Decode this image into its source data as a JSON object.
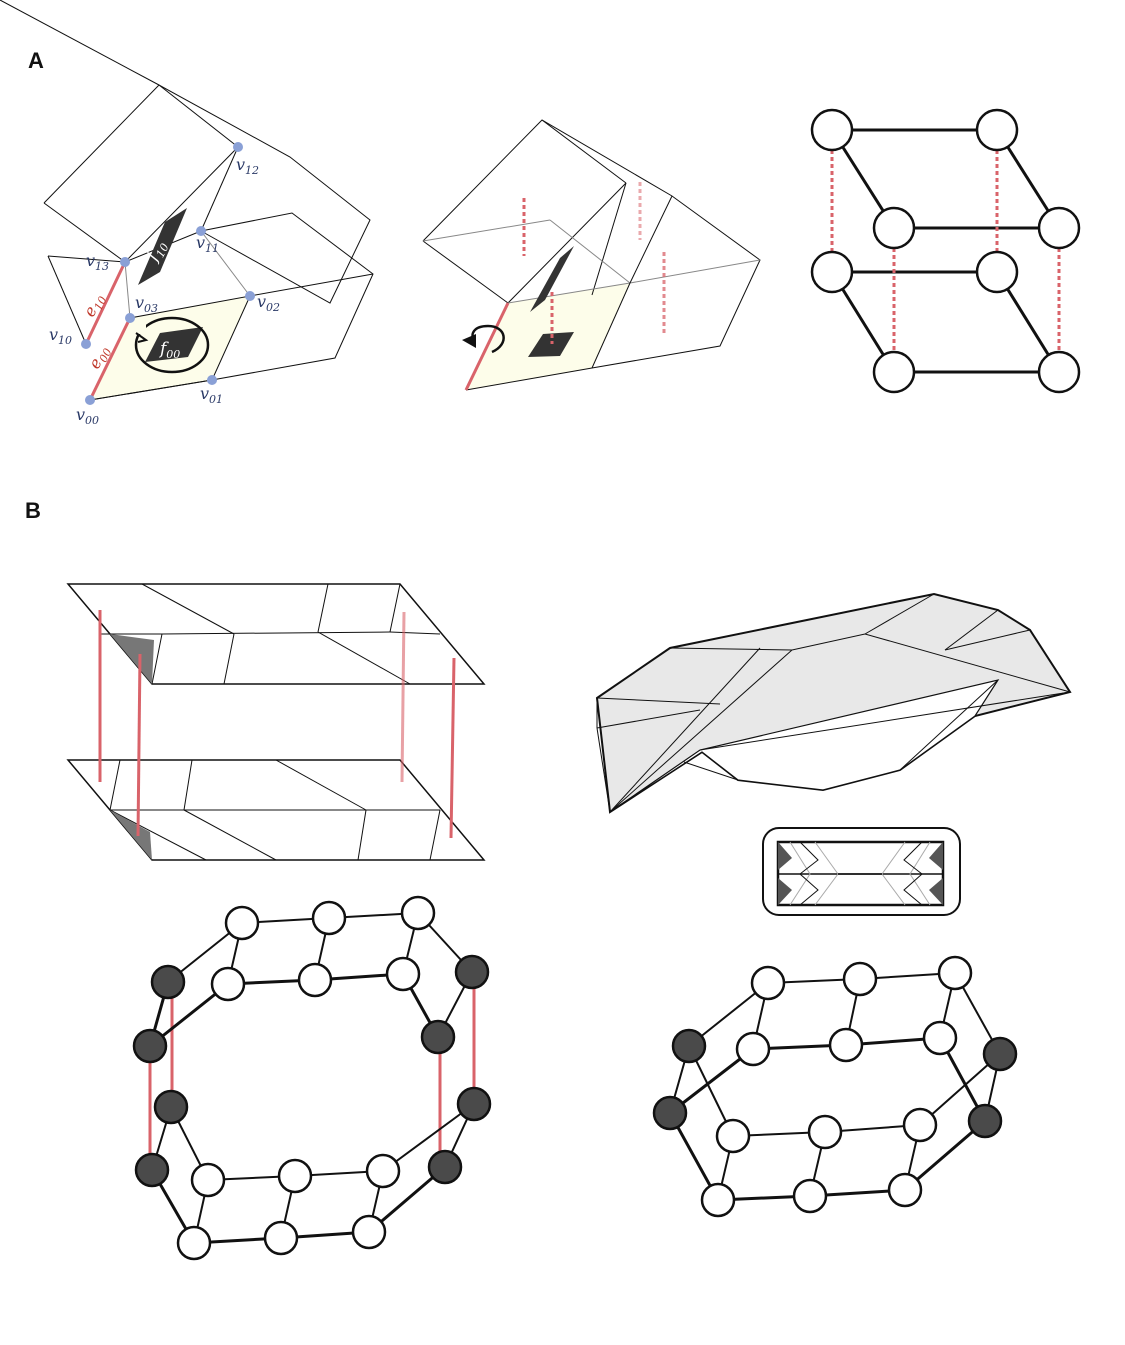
{
  "panels": {
    "a": "A",
    "b": "B"
  },
  "labels": {
    "v00": {
      "base": "v",
      "sub": "00"
    },
    "v01": {
      "base": "v",
      "sub": "01"
    },
    "v02": {
      "base": "v",
      "sub": "02"
    },
    "v03": {
      "base": "v",
      "sub": "03"
    },
    "v10": {
      "base": "v",
      "sub": "10"
    },
    "v11": {
      "base": "v",
      "sub": "11"
    },
    "v12": {
      "base": "v",
      "sub": "12"
    },
    "v13": {
      "base": "v",
      "sub": "13"
    },
    "e00": {
      "base": "e",
      "sub": "00"
    },
    "e10": {
      "base": "e",
      "sub": "10"
    },
    "f00": {
      "base": "f",
      "sub": "00"
    },
    "f10": {
      "base": "f",
      "sub": "10"
    }
  },
  "colors": {
    "connector_red": "#d9636a",
    "vertex_blue": "#8aa0d6",
    "face_highlight": "#fdfdea",
    "dark_node": "#4a4a4a",
    "shaded_surface": "#e8e8e8"
  }
}
